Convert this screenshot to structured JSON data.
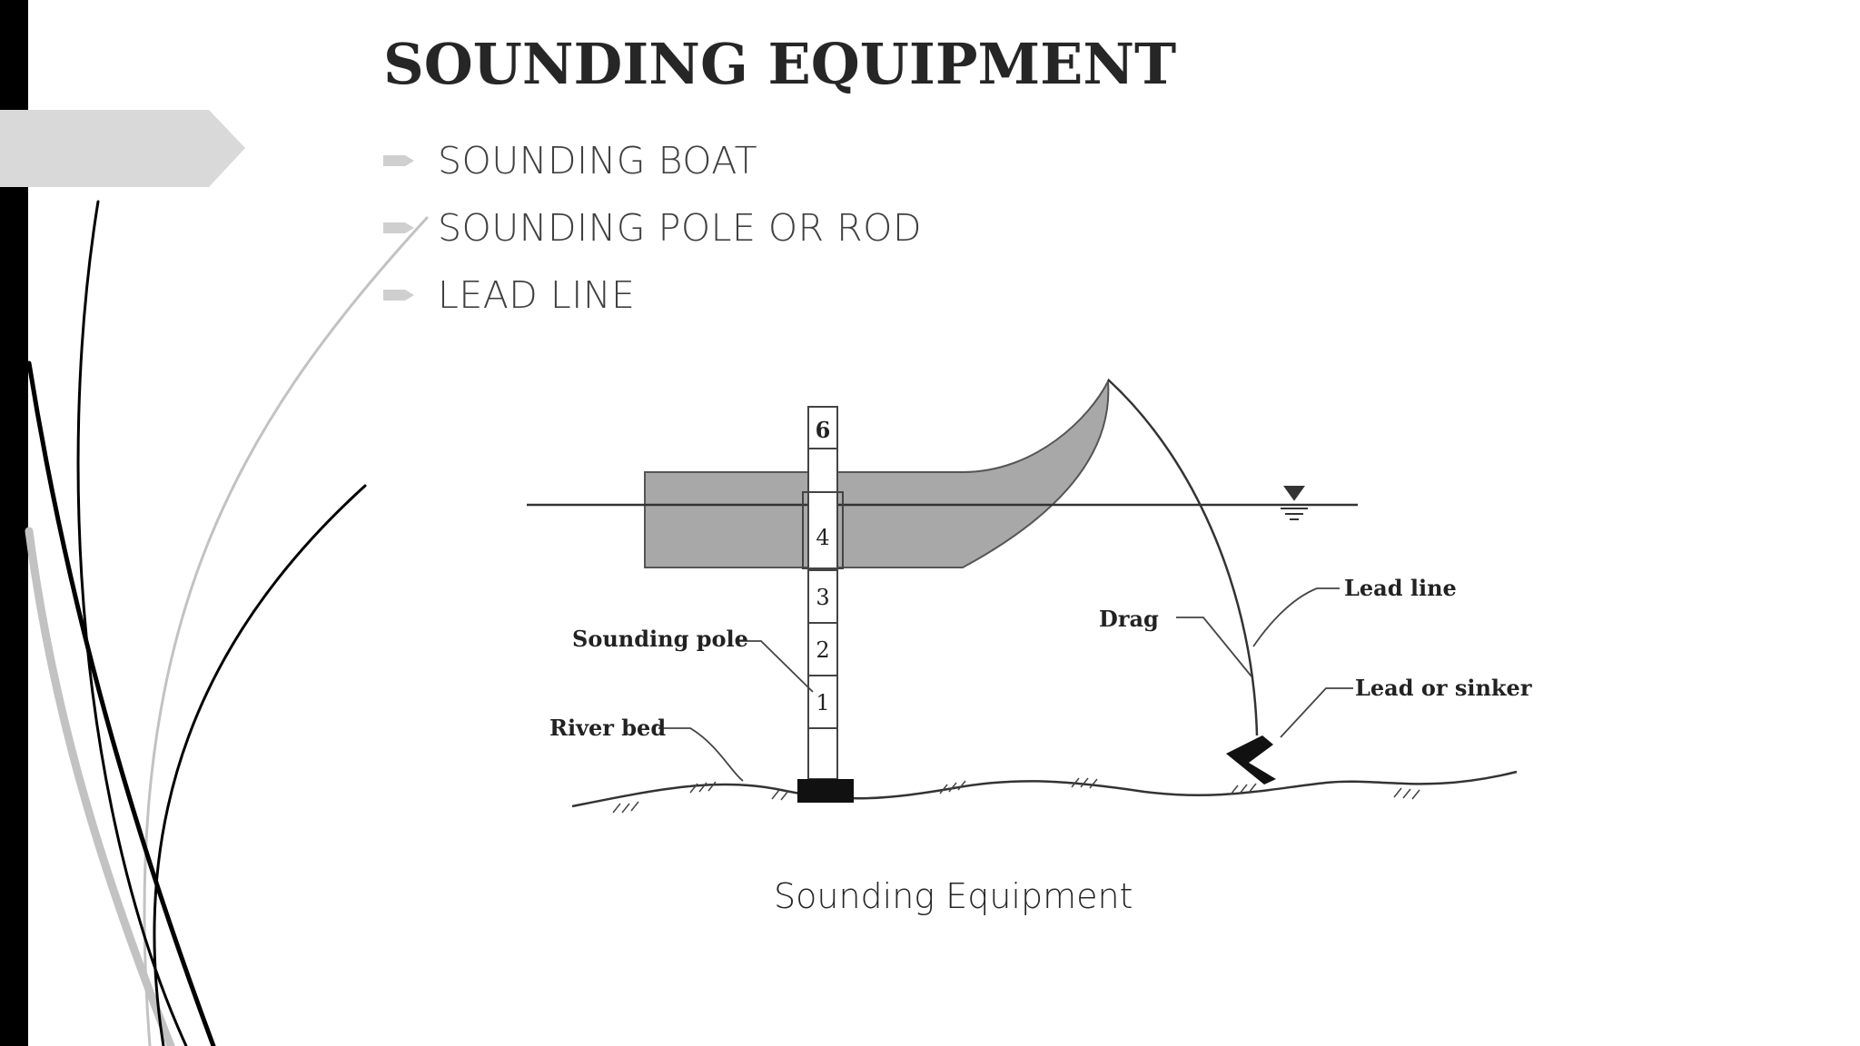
{
  "slide": {
    "title": "SOUNDING EQUIPMENT",
    "bullets": [
      {
        "label": "SOUNDING BOAT"
      },
      {
        "label": "SOUNDING POLE OR ROD"
      },
      {
        "label": "LEAD LINE"
      }
    ],
    "caption": "Sounding Equipment"
  },
  "figure": {
    "pole_marks": [
      "6",
      "4",
      "3",
      "2",
      "1"
    ],
    "labels": {
      "sounding_pole": "Sounding pole",
      "river_bed": "River bed",
      "drag": "Drag",
      "lead_line": "Lead line",
      "lead_or_sinker": "Lead or sinker"
    }
  },
  "colors": {
    "title": "#262626",
    "bullet_text": "#404040",
    "bullet_marker": "#cfcfcf",
    "left_bar": "#000000",
    "tab": "#d9d9d9",
    "boat_fill": "#a8a8a8"
  }
}
